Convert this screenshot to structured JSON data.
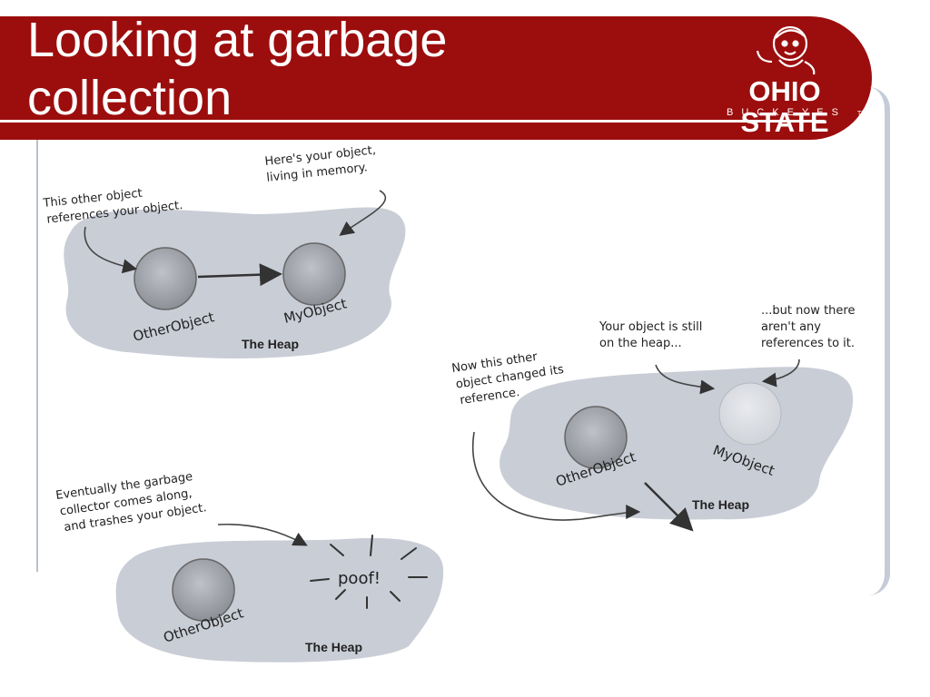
{
  "slide": {
    "title_line1": "Looking at garbage",
    "title_line2": "collection"
  },
  "logo": {
    "name": "OHIO STATE",
    "sub": "BUCKEYES",
    "tm": "TM",
    "icon": "brutus-buckeye-mascot"
  },
  "colors": {
    "header": "#9c0d0d",
    "heap": "#c9cdd6",
    "object_fill": "#a7aab1"
  },
  "diagram": {
    "heap_label": "The Heap",
    "panel1": {
      "note_left": [
        "This other object",
        "references your object."
      ],
      "note_right": [
        "Here's your object,",
        "living in memory."
      ],
      "object_a": "OtherObject",
      "object_b": "MyObject"
    },
    "panel2": {
      "note_left": [
        "Now this other",
        "object changed its",
        "reference."
      ],
      "note_mid": [
        "Your object is still",
        "on the heap..."
      ],
      "note_right": [
        "...but now there",
        "aren't any",
        "references to it."
      ],
      "object_a": "OtherObject",
      "object_b": "MyObject"
    },
    "panel3": {
      "note": [
        "Eventually the garbage",
        "collector comes along,",
        "and trashes your object."
      ],
      "object_a": "OtherObject",
      "poof": "poof!"
    }
  }
}
